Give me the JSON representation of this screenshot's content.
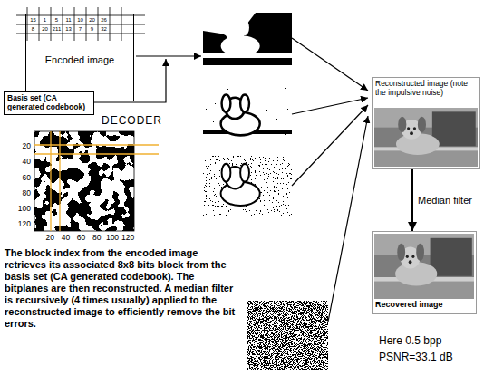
{
  "diagram": {
    "nodes": [
      {
        "text": [
          "Encoded image"
        ]
      },
      {
        "text": [
          "Basis set (CA generated codebook)"
        ]
      },
      {
        "text": [
          "Reconstructed image (note the impulsive noise)"
        ]
      },
      {
        "text": [
          "Recovered image"
        ]
      }
    ],
    "edges": [
      {
        "from": 2,
        "to": 3,
        "arrow": "to",
        "label": "Median filter"
      }
    ],
    "labels": [
      "15",
      "1",
      "5",
      "11",
      "10",
      "20",
      "26",
      "8",
      "20",
      "211",
      "13",
      "7",
      "9",
      "32",
      "DECODER",
      "20",
      "40",
      "60",
      "80",
      "100",
      "120",
      "20",
      "40",
      "60",
      "80",
      "100",
      "120",
      "The block index from the encoded image retrieves its associated 8x8 bits block from the basis set (CA generated codebook). The bitplanes are then reconstructed. A median filter is recursively (4 times usually) applied to the reconstructed image to efficiently remove the bit errors.",
      "Here 0.5 bpp",
      "PSNR=33.1 dB"
    ]
  }
}
